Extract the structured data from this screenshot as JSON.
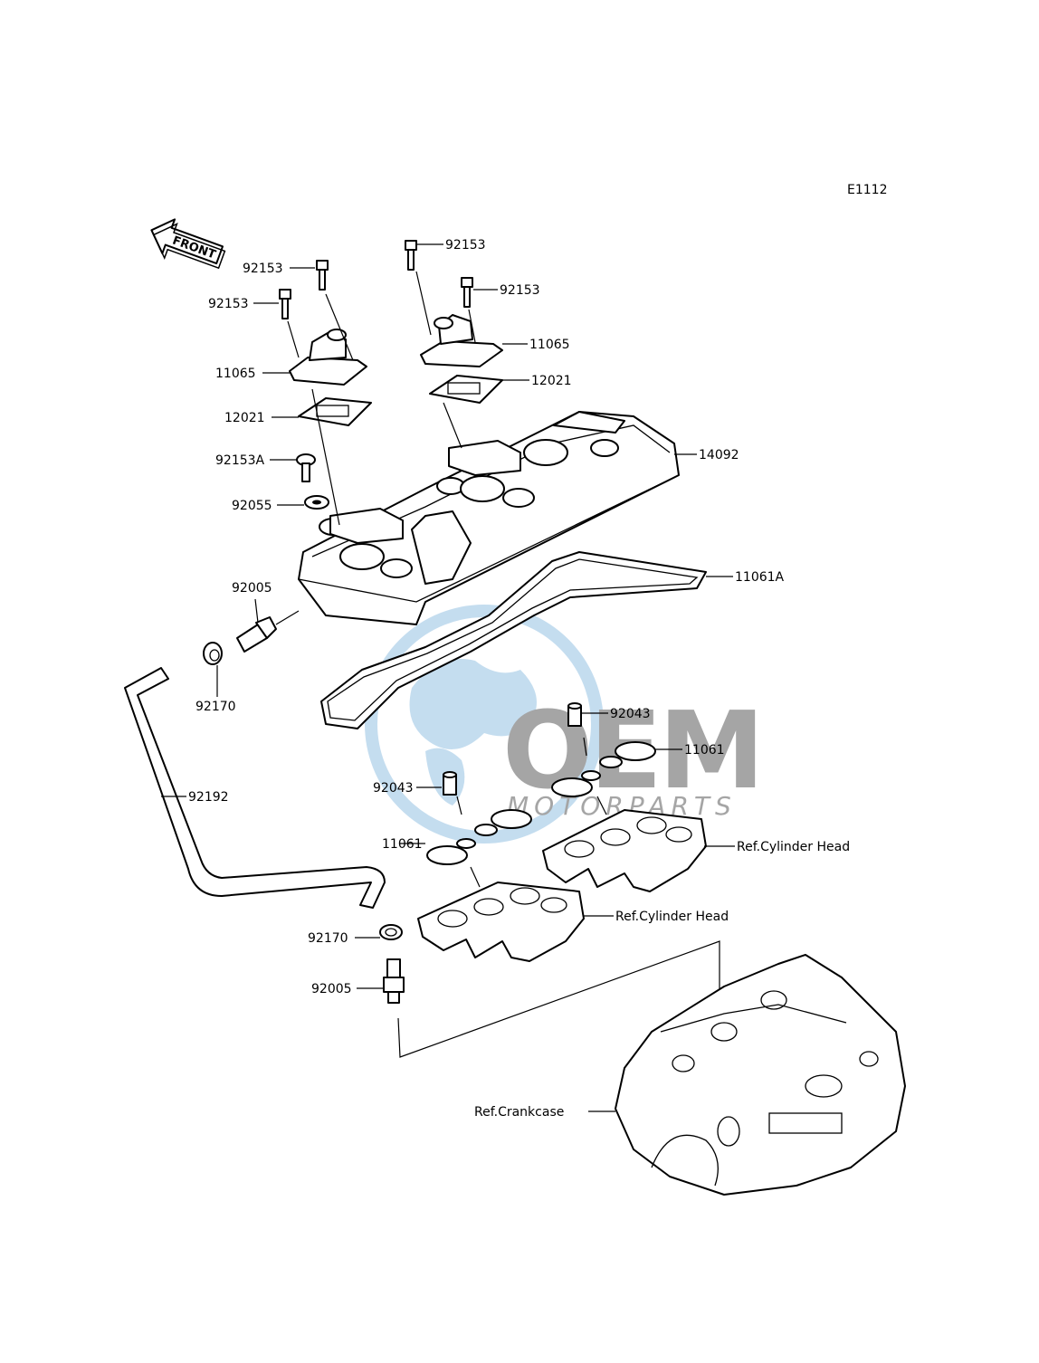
{
  "diagram_code": "E1112",
  "front_label": "FRONT",
  "watermark": {
    "main": "OEM",
    "sub": "MOTORPARTS",
    "color": "#5a9fd4"
  },
  "labels": {
    "bolt_92153_a": "92153",
    "bolt_92153_b": "92153",
    "bolt_92153_c": "92153",
    "bolt_92153_d": "92153",
    "bolt_92153A": "92153A",
    "cover_11065_left": "11065",
    "cover_11065_right": "11065",
    "gasket_12021_left": "12021",
    "gasket_12021_right": "12021",
    "head_cover_14092": "14092",
    "washer_92055": "92055",
    "gasket_11061A": "11061A",
    "fitting_92005_top": "92005",
    "fitting_92005_bottom": "92005",
    "clamp_92170_top": "92170",
    "clamp_92170_bottom": "92170",
    "hose_92192": "92192",
    "dowel_92043_left": "92043",
    "dowel_92043_right": "92043",
    "gasket_11061_left": "11061",
    "gasket_11061_right": "11061",
    "ref_cyl_head_right": "Ref.Cylinder Head",
    "ref_cyl_head_left": "Ref.Cylinder Head",
    "ref_crankcase": "Ref.Crankcase"
  }
}
